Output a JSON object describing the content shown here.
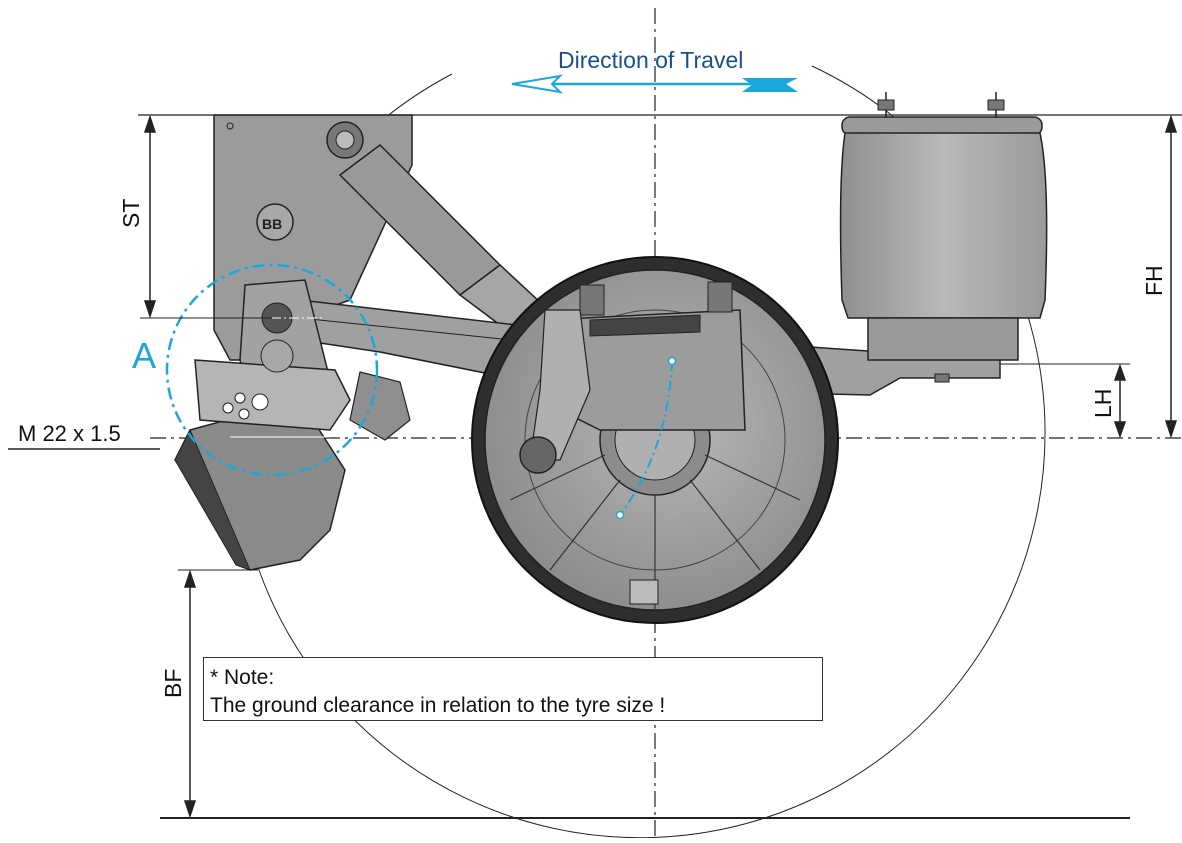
{
  "diagram": {
    "direction_label": "Direction of Travel",
    "detail_label": "A",
    "dimensions": {
      "st": "ST",
      "fh": "FH",
      "lh": "LH",
      "bf": "BF",
      "thread": "M 22 x 1.5"
    },
    "note": {
      "heading": "* Note:",
      "text": "The ground clearance in relation to the tyre size !"
    },
    "colors": {
      "accent_cyan": "#1aa7dd",
      "title_blue": "#1a4f8a",
      "part_grey": "#9a9a9a",
      "line_dark": "#222222"
    }
  }
}
